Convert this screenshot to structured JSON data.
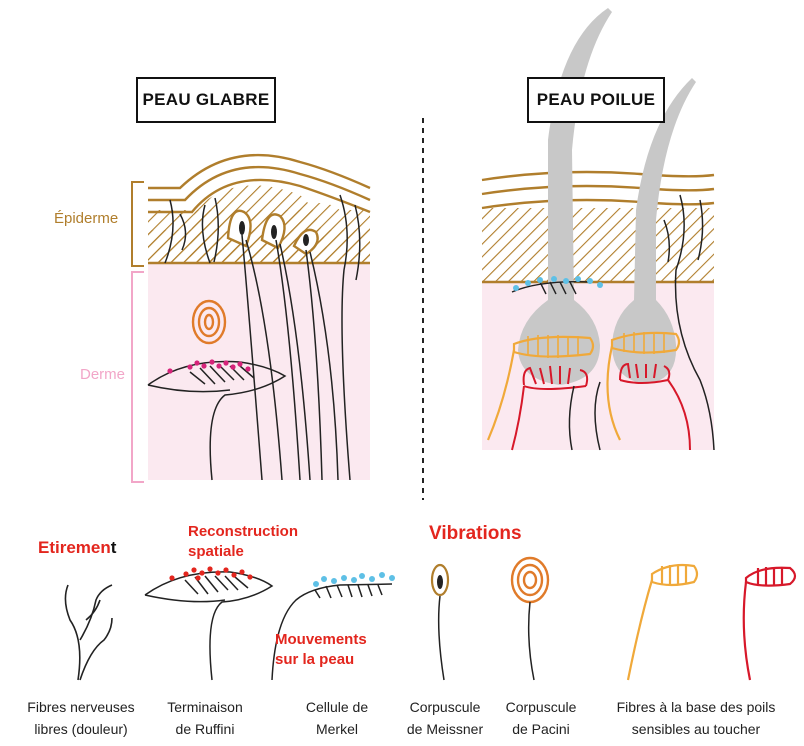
{
  "titles": {
    "glabre": "PEAU GLABRE",
    "poilue": "PEAU POILUE"
  },
  "layers": {
    "epiderme": "Épiderme",
    "derme": "Derme"
  },
  "annotations": {
    "etirement_red": "Etiremen",
    "etirement_black": "t",
    "reconstruction_line1": "Reconstruction",
    "reconstruction_line2": "spatiale",
    "vibrations": "Vibrations",
    "mouvements_line1": "Mouvements",
    "mouvements_line2": "sur la peau"
  },
  "captions": [
    {
      "line1": "Fibres nerveuses",
      "line2": "libres (douleur)"
    },
    {
      "line1": "Terminaison",
      "line2": "de Ruffini"
    },
    {
      "line1": "Cellule de",
      "line2": "Merkel"
    },
    {
      "line1": "Corpuscule",
      "line2": "de Meissner"
    },
    {
      "line1": "Corpuscule",
      "line2": "de Pacini"
    },
    {
      "line1": "Fibres à la base des poils",
      "line2": "sensibles au toucher"
    }
  ],
  "colors": {
    "epidermis": "#b07e2c",
    "dermis_fill": "#fbe9f0",
    "dermis_label": "#f2a6c8",
    "pacini": "#e07b2a",
    "ruffini_dot": "#d6247a",
    "merkel_dot": "#5ec0e6",
    "hair": "#c8c8c8",
    "hair_fiber_orange": "#f0a93a",
    "hair_fiber_red": "#d7182a",
    "annotation_red": "#e3261e"
  }
}
